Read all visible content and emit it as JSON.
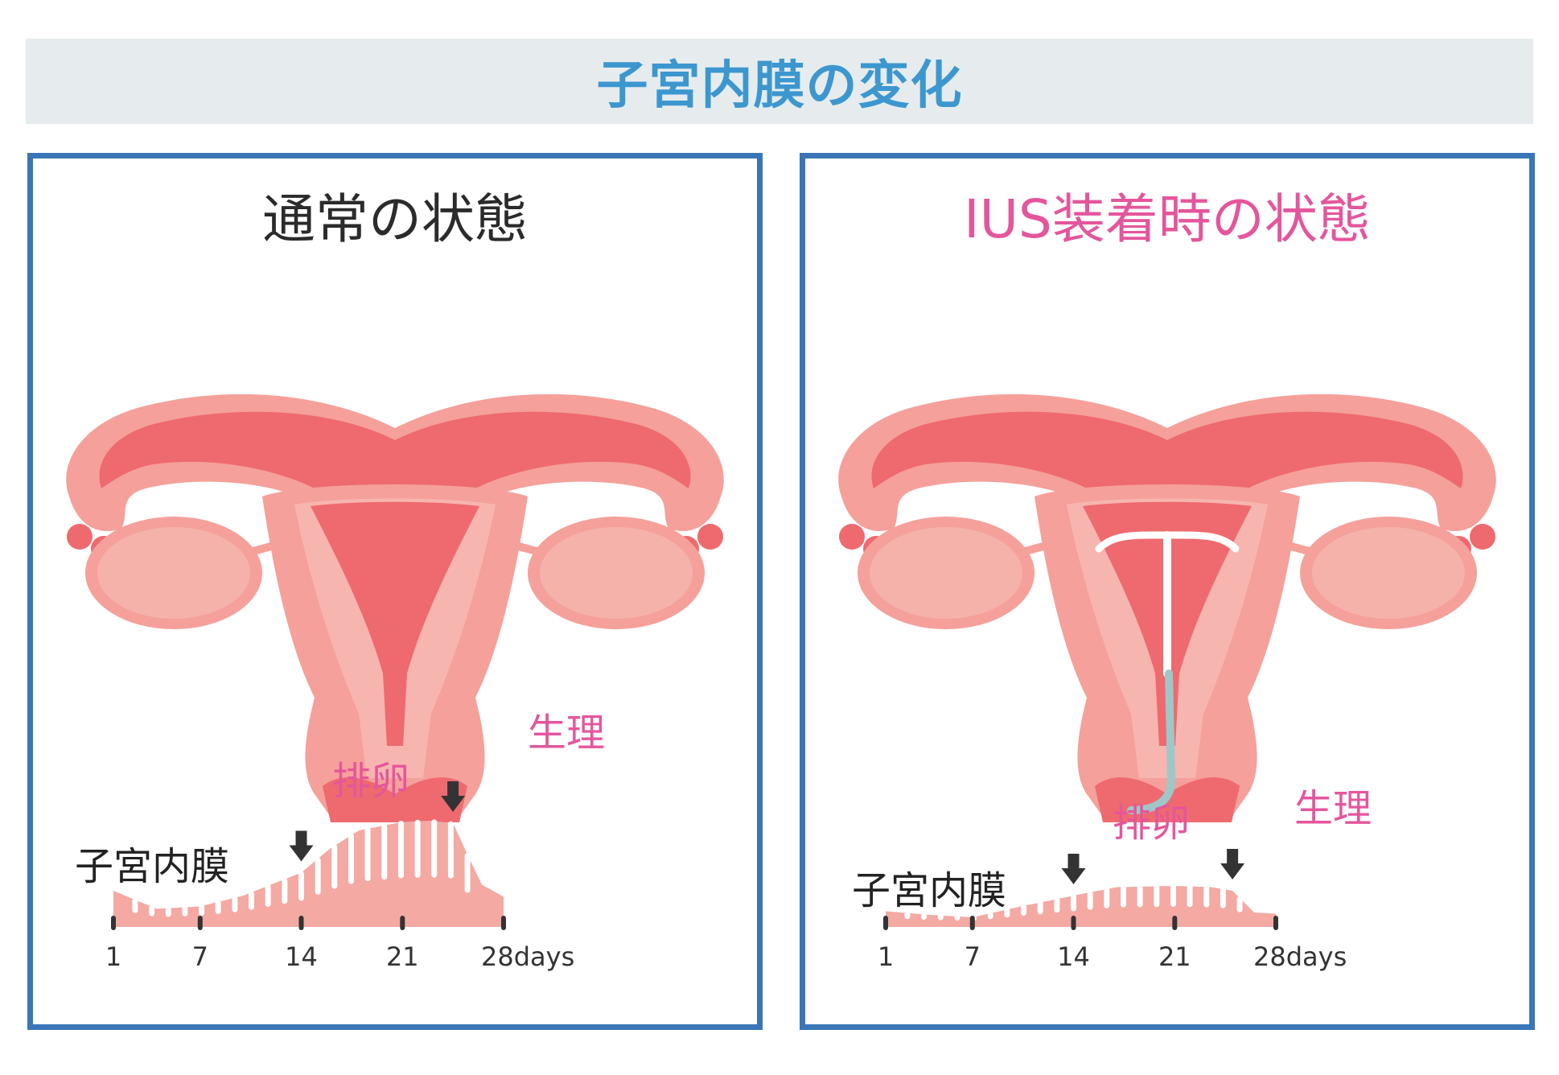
{
  "header": {
    "title": "子宮内膜の変化"
  },
  "panels": [
    {
      "title": "通常の状態",
      "labels": {
        "endometrium": "子宮内膜",
        "ovulation": "排卵",
        "period": "生理"
      },
      "chart_data": {
        "type": "area",
        "x_ticks": [
          "1",
          "7",
          "14",
          "21",
          "28days"
        ],
        "tick_days": [
          1,
          7,
          14,
          21,
          28
        ],
        "thickness_profile": [
          [
            1,
            0.3
          ],
          [
            4,
            0.15
          ],
          [
            7,
            0.17
          ],
          [
            10,
            0.26
          ],
          [
            14,
            0.45
          ],
          [
            16,
            0.65
          ],
          [
            18,
            0.8
          ],
          [
            21,
            0.87
          ],
          [
            23,
            0.88
          ],
          [
            24.5,
            0.86
          ],
          [
            25.5,
            0.6
          ],
          [
            26.5,
            0.35
          ],
          [
            28,
            0.25
          ]
        ],
        "annotations": [
          {
            "label": "排卵",
            "day": 14
          },
          {
            "label": "生理",
            "day": 24.5
          }
        ],
        "colors": {
          "fill": "#f4a9a3",
          "text": "#e4569c",
          "arrow": "#333333"
        }
      }
    },
    {
      "title": "IUS装着時の状態",
      "labels": {
        "endometrium": "子宮内膜",
        "ovulation": "排卵",
        "period": "生理"
      },
      "chart_data": {
        "type": "area",
        "x_ticks": [
          "1",
          "7",
          "14",
          "21",
          "28days"
        ],
        "tick_days": [
          1,
          7,
          14,
          21,
          28
        ],
        "thickness_profile": [
          [
            1,
            0.13
          ],
          [
            4,
            0.1
          ],
          [
            7,
            0.08
          ],
          [
            10,
            0.16
          ],
          [
            14,
            0.26
          ],
          [
            17,
            0.33
          ],
          [
            21,
            0.34
          ],
          [
            23.5,
            0.33
          ],
          [
            25,
            0.3
          ],
          [
            26.5,
            0.12
          ],
          [
            28,
            0.11
          ]
        ],
        "annotations": [
          {
            "label": "排卵",
            "day": 14
          },
          {
            "label": "生理",
            "day": 25
          }
        ],
        "colors": {
          "fill": "#f4a9a3",
          "text": "#e4569c",
          "arrow": "#333333"
        }
      }
    }
  ],
  "colors": {
    "header_bg": "#e6ecee",
    "header_text": "#3d97cf",
    "panel_border": "#3a75b8",
    "uterus_outer": "#f5a09a",
    "uterus_dark": "#ee6a6f",
    "uterus_light": "#f7b5af",
    "ovary": "#f4b2ab",
    "ius": "#ffffff",
    "ius_thread": "#9fc7c7"
  }
}
